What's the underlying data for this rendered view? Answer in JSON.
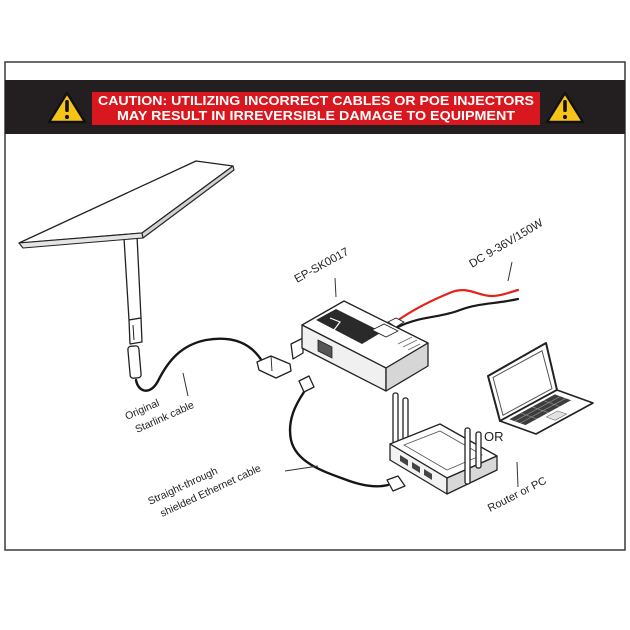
{
  "banner": {
    "line1": "CAUTION: UTILIZING INCORRECT CABLES OR POE INJECTORS",
    "line2": "MAY RESULT IN IRREVERSIBLE DAMAGE TO EQUIPMENT",
    "icon": "warning-triangle-icon"
  },
  "labels": {
    "device": "EP-SK0017",
    "power_input": "DC 9-36V/150W",
    "starlink_cable": [
      "Original",
      "Starlink cable"
    ],
    "ethernet_cable": [
      "Straight-through",
      "shielded Ethernet cable"
    ],
    "or": "OR",
    "endpoint": "Router or PC"
  },
  "colors": {
    "banner_background": "#231f20",
    "caution_red": "#d8171e",
    "caution_text": "#ffffff",
    "warning_yellow": "#f6c319",
    "power_wire_positive": "#e3231b",
    "power_wire_negative": "#1a1a1a"
  }
}
